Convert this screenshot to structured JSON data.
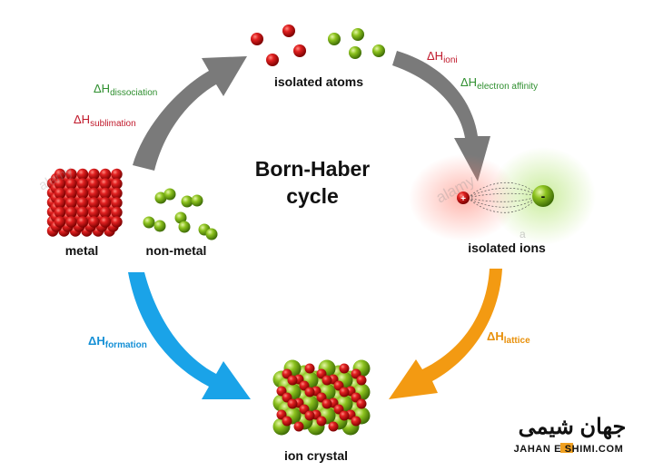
{
  "title_line1": "Born-Haber",
  "title_line2": "cycle",
  "labels": {
    "isolated_atoms": "isolated atoms",
    "metal": "metal",
    "non_metal": "non-metal",
    "isolated_ions": "isolated ions",
    "ion_crystal": "ion crystal"
  },
  "enthalpies": {
    "dissociation": {
      "symbol": "ΔH",
      "sub": "dissociation"
    },
    "sublimation": {
      "symbol": "ΔH",
      "sub": "sublimation"
    },
    "ionization": {
      "symbol": "ΔH",
      "sub": "ioni"
    },
    "electron_affinity": {
      "symbol": "ΔH",
      "sub": "electron affinity"
    },
    "formation": {
      "symbol": "ΔH",
      "sub": "formation"
    },
    "lattice": {
      "symbol": "ΔH",
      "sub": "lattice"
    }
  },
  "ion_charges": {
    "cation": "+",
    "anion": "-"
  },
  "watermarks": {
    "alamy_1": "alamy",
    "alamy_2": "alamy",
    "alamy_small": "a"
  },
  "logo": {
    "persian": "جهان شیمی",
    "latin": "JAHAN E SHIMI.COM"
  },
  "colors": {
    "metal_red": "#d01010",
    "nonmetal_green": "#8cbf1e",
    "arrow_gray": "#7a7a7a",
    "arrow_blue": "#1aa3e8",
    "arrow_orange": "#f39a12",
    "label_green": "#2f8f2f",
    "label_red": "#c0182a",
    "label_blue": "#1590d6",
    "label_orange": "#e8900a"
  },
  "icons": [
    "metal-lattice-icon",
    "nonmetal-molecules-icon",
    "isolated-atoms-icon",
    "isolated-ions-icon",
    "ion-crystal-icon",
    "jahaneshimi-logo"
  ]
}
